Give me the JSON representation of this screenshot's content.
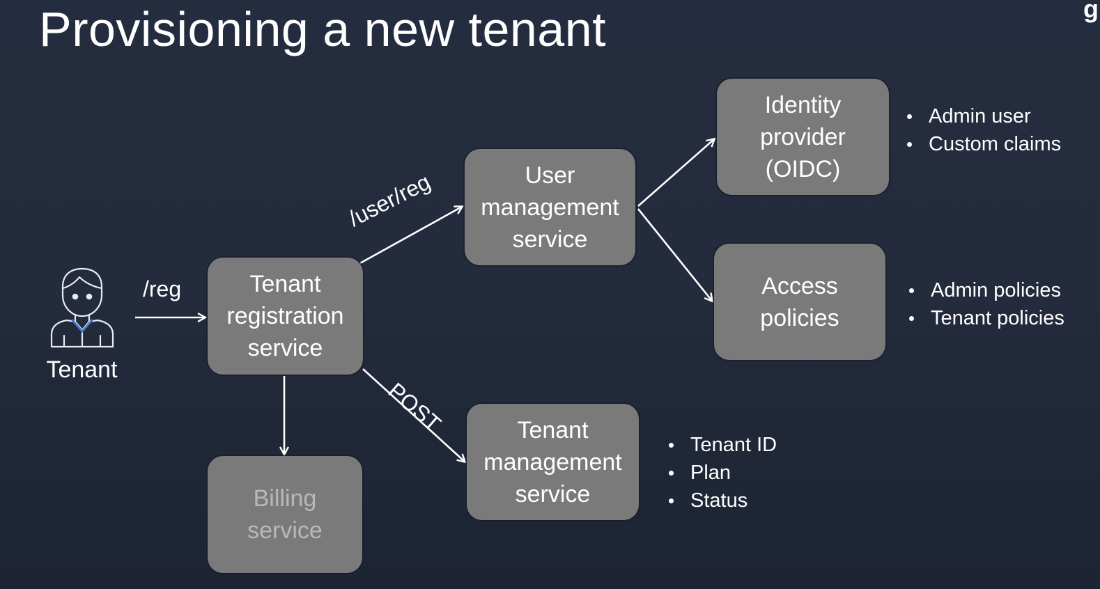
{
  "title": "Provisioning a new tenant",
  "corner_logo": "g",
  "actor": {
    "label": "Tenant",
    "icon": "person-icon"
  },
  "edges": {
    "reg": "/reg",
    "user_reg": "/user/reg",
    "post": "POST"
  },
  "boxes": {
    "tenant_registration": "Tenant\nregistration\nservice",
    "user_management": "User\nmanagement\nservice",
    "identity_provider": "Identity\nprovider\n(OIDC)",
    "access_policies": "Access\npolicies",
    "tenant_management": "Tenant\nmanagement\nservice",
    "billing": "Billing\nservice"
  },
  "notes": {
    "identity_provider": [
      "Admin user",
      "Custom claims"
    ],
    "access_policies": [
      "Admin policies",
      "Tenant policies"
    ],
    "tenant_management": [
      "Tenant ID",
      "Plan",
      "Status"
    ]
  },
  "colors": {
    "background": "#232b3c",
    "box_fill": "#7a7a7a",
    "arrow": "#ffffff",
    "billing_text": "#b8b8b8"
  }
}
